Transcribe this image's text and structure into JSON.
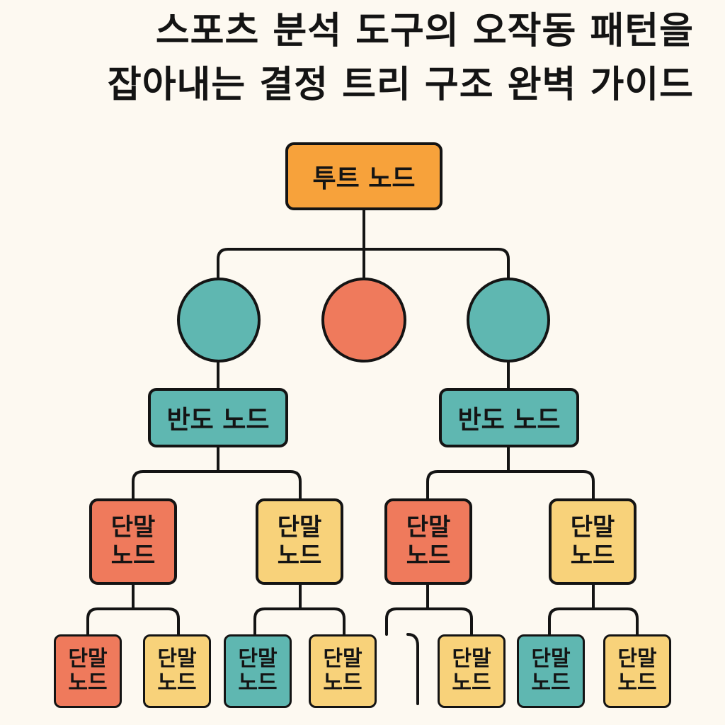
{
  "title": {
    "line1": "스포츠 분석 도구의 오작동 패턴을",
    "line2": "잡아내는 결정 트리 구조 완벽 가이드"
  },
  "nodes": {
    "root": "투트 노드",
    "frequency": "반도 노드",
    "terminal": "단말 노드"
  },
  "colors": {
    "background": "#fdf9f1",
    "orange": "#f7a23b",
    "teal": "#5fb7b1",
    "red": "#ef7a5c",
    "yellow": "#f8d27a",
    "outline": "#141414"
  }
}
